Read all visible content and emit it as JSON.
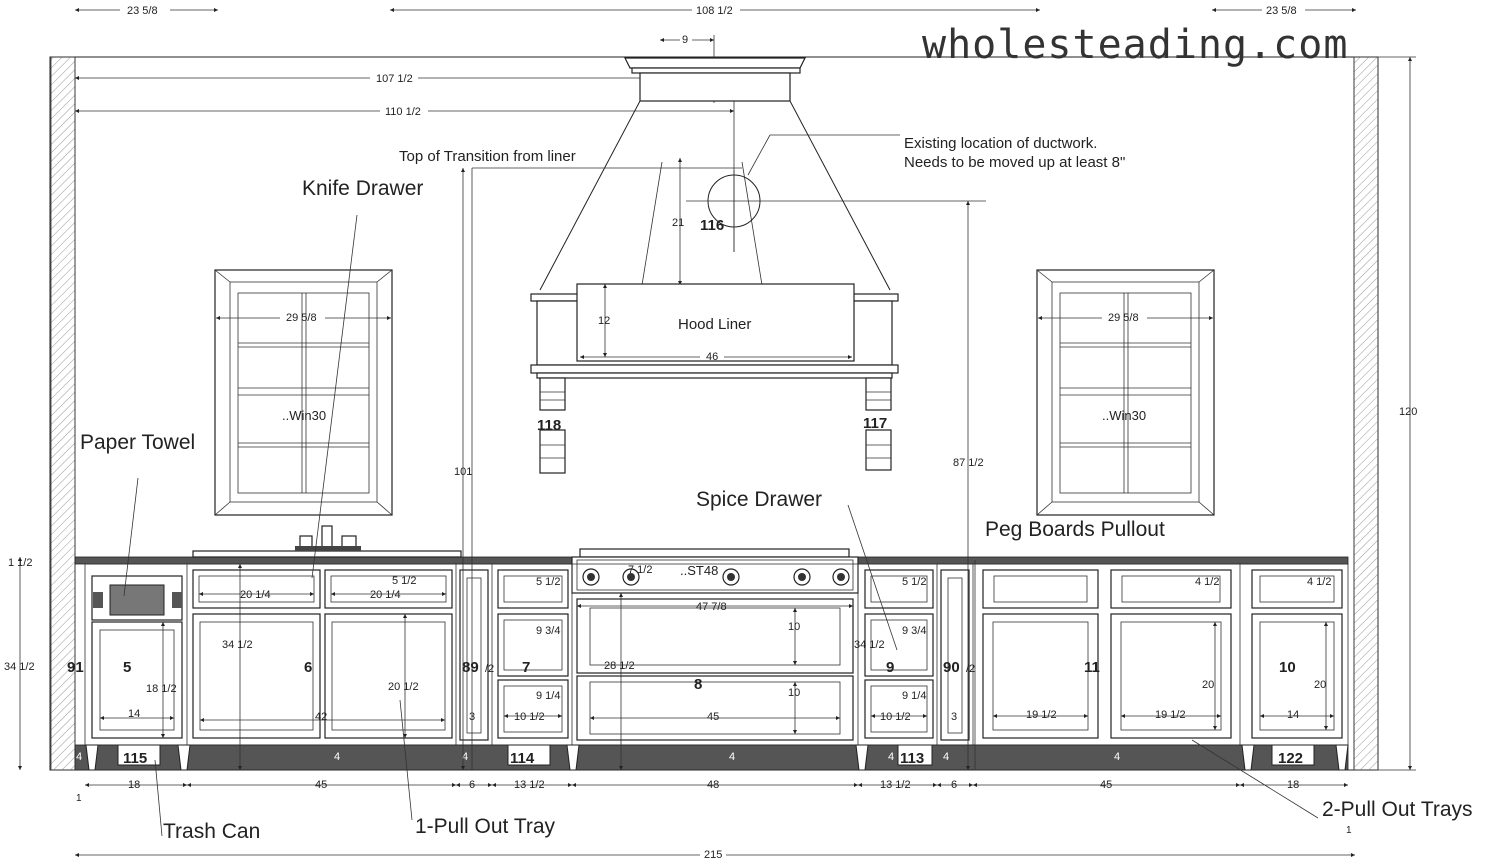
{
  "watermark": "wholesteading.com",
  "dimensions": {
    "top_left": "23 5/8",
    "top_center": "108 1/2",
    "top_right": "23 5/8",
    "hood_top": "9",
    "wall_107": "107 1/2",
    "wall_110": "110 1/2",
    "hood_21": "21",
    "liner_12": "12",
    "liner_46": "46",
    "win_left_width": "29 5/8",
    "win_right_width": "29 5/8",
    "vert_101": "101",
    "vert_87": "87 1/2",
    "vert_120": "120",
    "left_1_5": "1 1/2",
    "left_34_5": "34 1/2",
    "c5_drawer": "18 1/2",
    "c5_width": "14",
    "c6_d1": "20 1/4",
    "c6_d2": "20 1/4",
    "c6_d3": "5 1/2",
    "c6_height": "34 1/2",
    "c6_door": "20 1/2",
    "c6_width": "42",
    "c89_sub": "/2",
    "c89_3": "3",
    "c7_a": "5 1/2",
    "c7_b": "9 3/4",
    "c7_c": "9 1/4",
    "c7_w": "10 1/2",
    "range_7": "7 1/2",
    "range_47": "47 7/8",
    "range_28": "28 1/2",
    "range_10a": "10",
    "range_10b": "10",
    "range_45": "45",
    "c9_34": "34 1/2",
    "c9_a": "5 1/2",
    "c9_b": "9 3/4",
    "c9_c": "9 1/4",
    "c9_w": "10 1/2",
    "c90_sub": "/2",
    "c90_3": "3",
    "c11_a": "4 1/2",
    "c11_w1": "19 1/2",
    "c11_w2": "19 1/2",
    "c11_h": "20",
    "c10_a": "4 1/2",
    "c10_h": "20",
    "c10_w": "14",
    "toe_4a": "4",
    "toe_4b": "4",
    "toe_4c": "4",
    "toe_4d": "4",
    "toe_4e": "4",
    "toe_4f": "4",
    "toe_4g": "4",
    "bot_18a": "18",
    "bot_45a": "45",
    "bot_6a": "6",
    "bot_13a": "13 1/2",
    "bot_48": "48",
    "bot_13b": "13 1/2",
    "bot_6b": "6",
    "bot_45b": "45",
    "bot_18b": "18",
    "bot_215": "215",
    "mark_1a": "1",
    "mark_1b": "1"
  },
  "cabinet_numbers": {
    "c91": "91",
    "c5": "5",
    "c6": "6",
    "c89": "89",
    "c7": "7",
    "c8": "8",
    "c9": "9",
    "c90": "90",
    "c11": "11",
    "c10": "10",
    "c115": "115",
    "c114": "114",
    "c113": "113",
    "c122": "122",
    "c116": "116",
    "c117": "117",
    "c118": "118"
  },
  "labels": {
    "window_left": "..Win30",
    "window_right": "..Win30",
    "range": "..ST48",
    "hood_liner": "Hood Liner"
  },
  "callouts": {
    "knife_drawer": "Knife Drawer",
    "paper_towel": "Paper Towel",
    "top_transition": "Top of Transition from liner",
    "duct_note_1": "Existing location of ductwork.",
    "duct_note_2": "Needs to be moved up at least 8\"",
    "spice_drawer": "Spice Drawer",
    "peg_boards": "Peg Boards Pullout",
    "trash_can": "Trash Can",
    "pull_out_1": "1-Pull Out Tray",
    "pull_out_2": "2-Pull Out Trays"
  }
}
